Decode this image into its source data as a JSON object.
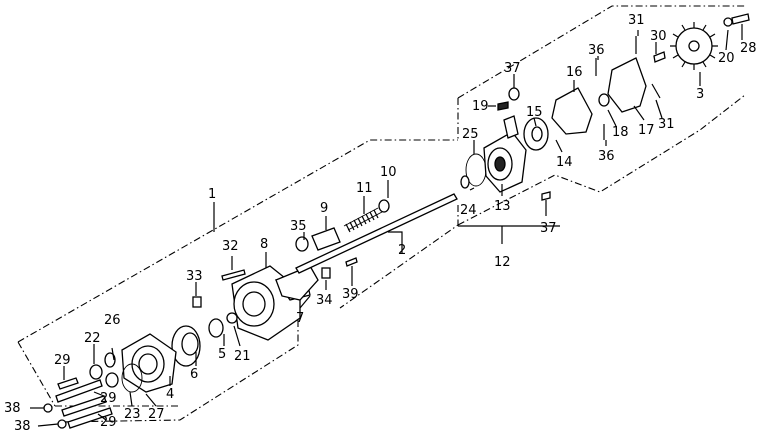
{
  "diagram": {
    "labels": {
      "l1": "1",
      "l2": "2",
      "l3": "3",
      "l4": "4",
      "l5": "5",
      "l6": "6",
      "l7": "7",
      "l8": "8",
      "l9": "9",
      "l10": "10",
      "l11": "11",
      "l12": "12",
      "l13": "13",
      "l14": "14",
      "l15": "15",
      "l16": "16",
      "l17": "17",
      "l18": "18",
      "l19": "19",
      "l20": "20",
      "l21": "21",
      "l22": "22",
      "l23": "23",
      "l24": "24",
      "l25": "25",
      "l26": "26",
      "l27": "27",
      "l28": "28",
      "l29a": "29",
      "l29b": "29",
      "l29c": "29",
      "l30": "30",
      "l31a": "31",
      "l31b": "31",
      "l32": "32",
      "l33": "33",
      "l34": "34",
      "l35": "35",
      "l36a": "36",
      "l36b": "36",
      "l37a": "37",
      "l37b": "37",
      "l38a": "38",
      "l38b": "38",
      "l39": "39"
    }
  }
}
